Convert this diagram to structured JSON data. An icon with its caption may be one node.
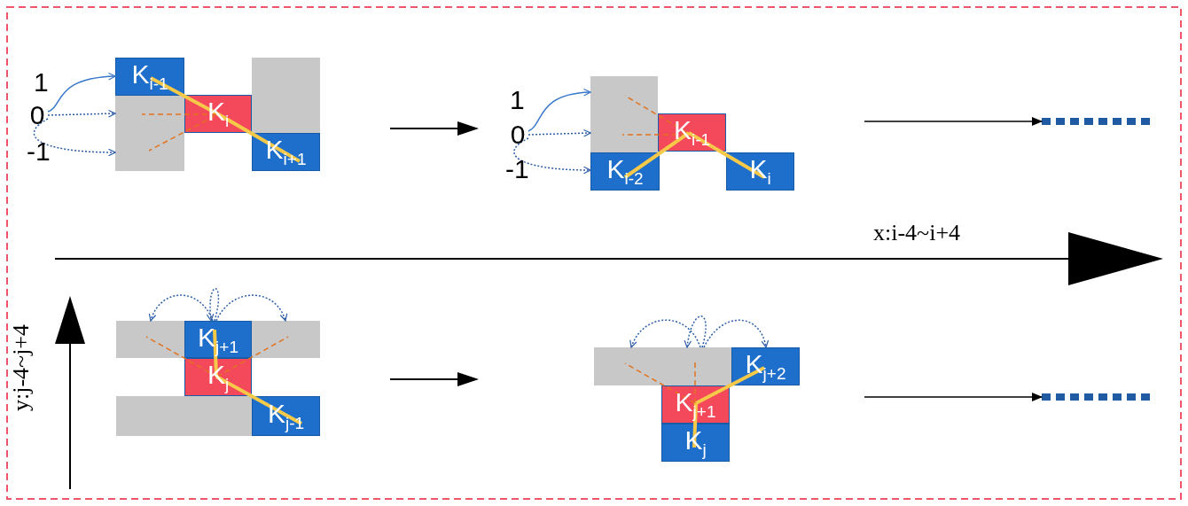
{
  "diagram": {
    "nodes": [
      {
        "text": [
          "0"
        ]
      },
      {
        "text": [
          "K$_{i-1}$"
        ]
      },
      {
        "text": [],
        "shape": "box"
      },
      {
        "text": [
          "K$_{i}$"
        ]
      },
      {
        "text": [],
        "shape": "box"
      },
      {
        "text": [
          "K$_{i+1}$"
        ]
      },
      {
        "text": [
          "0"
        ]
      },
      {
        "text": [],
        "shape": "box"
      },
      {
        "text": [
          "K$_{i-1}$"
        ]
      },
      {
        "text": [
          "K$_{i-2}$"
        ]
      },
      {
        "text": [
          "K$_{i}$"
        ]
      },
      {
        "text": [],
        "shape": "dots"
      },
      {
        "text": [],
        "shape": "box"
      },
      {
        "text": [
          "K$_{j+1}$"
        ]
      },
      {
        "text": [],
        "shape": "box"
      },
      {
        "text": [
          "K$_{j}$"
        ]
      },
      {
        "text": [],
        "shape": "box"
      },
      {
        "text": [
          "K$_{j-1}$"
        ]
      },
      {
        "text": [],
        "shape": "box"
      },
      {
        "text": [
          "K$_{j+2}$"
        ]
      },
      {
        "text": [
          "K$_{j+1}$"
        ]
      },
      {
        "text": [
          "K$_{j}$"
        ]
      },
      {
        "text": [],
        "shape": "dots"
      }
    ],
    "edges": [
      {
        "from": 0,
        "to": 1,
        "arrow": "to",
        "color": "#3a78c9"
      },
      {
        "from": 0,
        "to": 2,
        "arrow": "to",
        "style": "dashed",
        "color": "#2d5fa8"
      },
      {
        "from": 0,
        "to": 2,
        "arrow": "to",
        "style": "dashed",
        "color": "#2d5fa8"
      },
      {
        "from": 1,
        "to": 3,
        "arrow": "none",
        "style": "thick",
        "color": "#f7c948"
      },
      {
        "from": 3,
        "to": 5,
        "arrow": "none",
        "style": "thick",
        "color": "#f7c948"
      },
      {
        "from": 3,
        "to": 2,
        "arrow": "none",
        "style": "dashed",
        "color": "#e3731e"
      },
      {
        "from": 3,
        "to": 2,
        "arrow": "none",
        "style": "dashed",
        "color": "#e3731e"
      },
      {
        "from": 6,
        "to": 7,
        "arrow": "to",
        "color": "#3a78c9"
      },
      {
        "from": 6,
        "to": 7,
        "arrow": "to",
        "style": "dashed",
        "color": "#2d5fa8"
      },
      {
        "from": 6,
        "to": 9,
        "arrow": "to",
        "style": "dashed",
        "color": "#2d5fa8"
      },
      {
        "from": 8,
        "to": 7,
        "arrow": "none",
        "style": "dashed",
        "color": "#e3731e"
      },
      {
        "from": 8,
        "to": 7,
        "arrow": "none",
        "style": "dashed",
        "color": "#e3731e"
      },
      {
        "from": 9,
        "to": 8,
        "arrow": "none",
        "style": "thick",
        "color": "#f7c948"
      },
      {
        "from": 8,
        "to": 10,
        "arrow": "none",
        "style": "thick",
        "color": "#f7c948"
      },
      {
        "from": null,
        "to": 11,
        "arrow": "to",
        "color": "#000000"
      },
      {
        "from": 13,
        "to": 12,
        "arrow": "to",
        "style": "dashed",
        "color": "#2d5fa8"
      },
      {
        "from": 13,
        "to": 13,
        "arrow": "to",
        "style": "dashed",
        "color": "#2d5fa8"
      },
      {
        "from": 13,
        "to": 14,
        "arrow": "to",
        "style": "dashed",
        "color": "#2d5fa8"
      },
      {
        "from": 15,
        "to": 12,
        "arrow": "none",
        "style": "dashed",
        "color": "#e3731e"
      },
      {
        "from": 15,
        "to": 14,
        "arrow": "none",
        "style": "dashed",
        "color": "#e3731e"
      },
      {
        "from": 13,
        "to": 15,
        "arrow": "none",
        "style": "thick",
        "color": "#f7c948"
      },
      {
        "from": 15,
        "to": 17,
        "arrow": "none",
        "style": "thick",
        "color": "#f7c948"
      },
      {
        "from": 18,
        "to": 18,
        "arrow": "to",
        "style": "dashed",
        "color": "#2d5fa8"
      },
      {
        "from": 18,
        "to": 18,
        "arrow": "to",
        "style": "dashed",
        "color": "#2d5fa8"
      },
      {
        "from": 18,
        "to": 19,
        "arrow": "to",
        "style": "dashed",
        "color": "#2d5fa8"
      },
      {
        "from": 20,
        "to": 18,
        "arrow": "none",
        "style": "dashed",
        "color": "#e3731e"
      },
      {
        "from": 20,
        "to": 18,
        "arrow": "none",
        "style": "dashed",
        "color": "#e3731e"
      },
      {
        "from": 19,
        "to": 20,
        "arrow": "none",
        "style": "thick",
        "color": "#f7c948"
      },
      {
        "from": 20,
        "to": 21,
        "arrow": "none",
        "style": "thick",
        "color": "#f7c948"
      },
      {
        "from": null,
        "to": 22,
        "arrow": "to",
        "color": "#000000"
      }
    ],
    "labels": [
      "1",
      "-1",
      "1",
      "-1",
      "x:i-4~i+4",
      "y:j-4~j+4"
    ]
  }
}
